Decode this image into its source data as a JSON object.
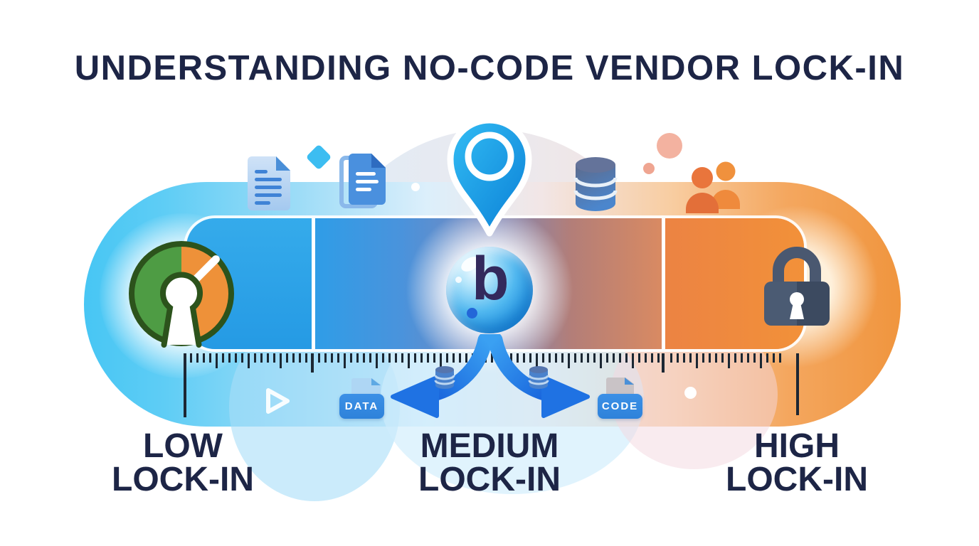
{
  "header": {
    "title": "UNDERSTANDING NO-CODE VENDOR LOCK-IN"
  },
  "levels": [
    {
      "id": "low",
      "line1": "LOW",
      "line2": "LOCK-IN"
    },
    {
      "id": "medium",
      "line1": "MEDIUM",
      "line2": "LOCK-IN"
    },
    {
      "id": "high",
      "line1": "HIGH",
      "line2": "LOCK-IN"
    }
  ],
  "logo": {
    "letter": "b"
  },
  "badges": {
    "data": "DATA",
    "code": "CODE"
  },
  "icons": {
    "left_end": "open-source-gauge-icon",
    "center": "bubble-logo",
    "center_marker": "map-pin-icon",
    "right_end": "padlock-icon",
    "top_row": [
      "document-icon",
      "diamond-icon",
      "documents-stack-icon",
      "database-icon",
      "people-icon"
    ],
    "bottom_row": [
      "play-outline-icon",
      "database-mini-icon",
      "curved-arrow-left-icon",
      "curved-arrow-right-icon",
      "file-data-icon",
      "file-code-icon"
    ]
  },
  "colors": {
    "title_text": "#1d2546",
    "spectrum_left_cyan": "#47c6f4",
    "spectrum_right_orange": "#f0953e",
    "bar_blue": "#2ba5e9",
    "bar_orange": "#ef8740",
    "arrow_blue": "#1f72e3",
    "badge_blue": "#2f84dc",
    "lock_gray": "#3f4d63",
    "open_source_green": "#4e9c44",
    "open_source_orange": "#ee9139",
    "pin_blue": "#0f8ada"
  }
}
